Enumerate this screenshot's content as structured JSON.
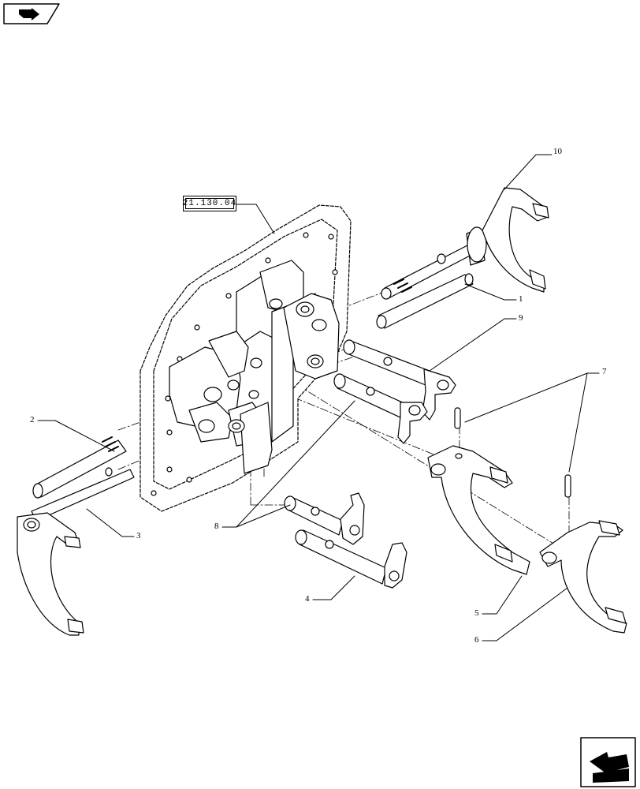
{
  "reference_label": "21.130.04",
  "callouts": {
    "c1": "1",
    "c2": "2",
    "c3": "3",
    "c4": "4",
    "c5": "5",
    "c6": "6",
    "c7": "7",
    "c8": "8",
    "c9": "9",
    "c10": "10"
  },
  "icons": {
    "top_left": "previous-page-arrow-icon",
    "bottom_right": "next-page-arrow-icon"
  },
  "colors": {
    "ink": "#000000",
    "paper": "#ffffff"
  }
}
